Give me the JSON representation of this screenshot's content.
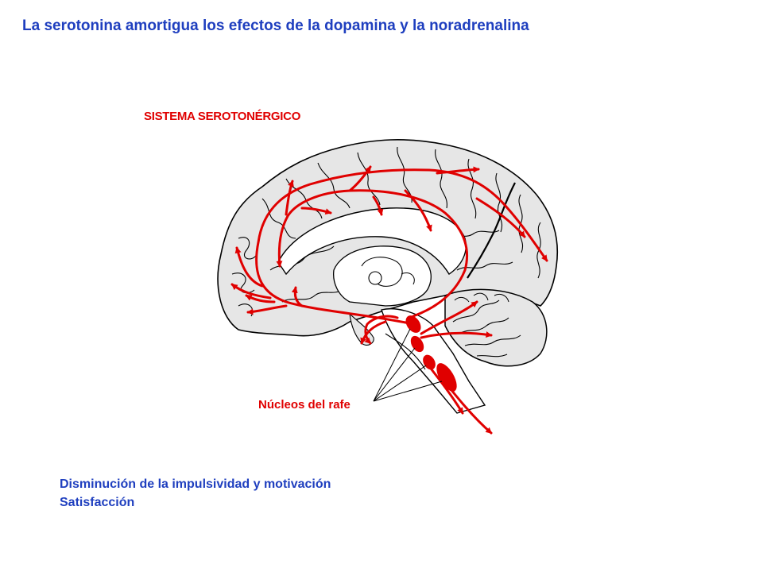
{
  "title": "La serotonina amortigua los efectos de la dopamina y la noradrenalina",
  "diagram": {
    "system_label": "SISTEMA SEROTONÉRGICO",
    "raphe_label": "Núcleos del rafe"
  },
  "effects": [
    "Disminución de la impulsividad y motivación",
    "Satisfacción"
  ],
  "colors": {
    "title_text": "#1f3fbf",
    "pathway_red": "#e00000",
    "brain_fill": "#e6e6e6",
    "outline": "#000000"
  }
}
